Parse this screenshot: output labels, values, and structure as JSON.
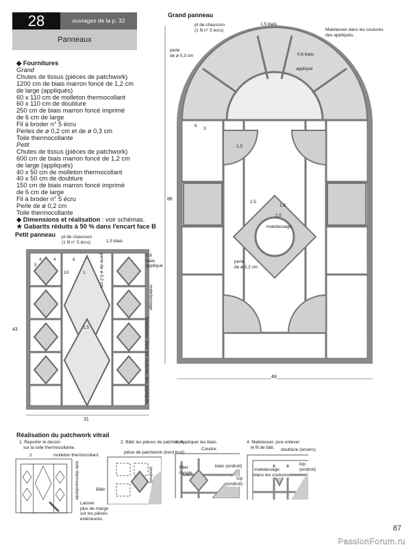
{
  "header": {
    "number": "28",
    "reference": "ouvrages de la p. 32",
    "section": "Panneaux"
  },
  "supplies": {
    "title": "Fournitures",
    "grand_label": "Grand",
    "grand_items": [
      "Chutes de tissus (pièces de patchwork)",
      "1200 cm de biais marron foncé de 1,2 cm",
      "de large (appliqués)",
      "60 x 110 cm de molleton thermocollant",
      "60 x 110 cm de doublure",
      "250 cm de biais marron foncé imprimé",
      "de 6 cm de large",
      "Fil à broder n° 5 écru",
      "Perles de ø 0,2 cm et de ø 0,3 cm",
      "Toile thermocollante"
    ],
    "petit_label": "Petit",
    "petit_items": [
      "Chutes de tissus (pièces de patchwork)",
      "600 cm de biais marron foncé de 1,2 cm",
      "de large (appliqués)",
      "40 x 50 cm de molleton thermocollant",
      "40 x 50 cm de doublure",
      "150 cm de biais marron foncé imprimé",
      "de 6 cm de large",
      "Fil à broder n° 5 écru",
      "Perle de ø 0,2 cm",
      "Toile thermocollante"
    ],
    "dimensions_label": "Dimensions et réalisation",
    "dimensions_text": " : voir schémas.",
    "templates": "Gabarits réduits à 50 % dans l'encart face B"
  },
  "petit": {
    "title": "Petit panneau",
    "labels": {
      "stitch": "pt de chausson",
      "stitch2": "(1 fil n° 5 écru)",
      "bias15": "1,5  biais",
      "bias06": "0,6",
      "bias06b": "biais",
      "applique": "appliqué",
      "pearl": "perle de ø 0,2 cm",
      "quilting": "matelassage",
      "quilt_note": "Matelasser dans les coutures des appliqués.",
      "n4a": "4",
      "n4b": "4",
      "n5": "5",
      "n6": "6",
      "n10": "10",
      "n1": "1",
      "n15": "1,5"
    },
    "height": "43",
    "width": "31"
  },
  "grand": {
    "title": "Grand panneau",
    "labels": {
      "stitch": "pt de chausson",
      "stitch2": "(1 fil n° 5 écru)",
      "bias15": "1,5  biais",
      "quilt_note": "Matelasser dans les coutures",
      "quilt_note2": "des appliqués.",
      "pearl03": "perle",
      "pearl03b": "de ø 0,3 cm",
      "bias06": "0,6  biais",
      "applique": "appliqué",
      "n6": "6",
      "n3": "3",
      "n15": "1,5",
      "n25a": "2,5",
      "n18": "1,8",
      "n25b": "2,5",
      "quilting": "matelassage",
      "pearl02": "perle",
      "pearl02b": "de ø 0,2 cm"
    },
    "height": "86",
    "width": "48"
  },
  "steps": {
    "title": "Réalisation du patchwork vitrail",
    "s1": [
      "1. Reporter le dessin",
      "sur la toile thermocollante."
    ],
    "s1_labels": {
      "n2": "2",
      "molleton": "molleton thermocollant",
      "toile": "toile thermocollante"
    },
    "s2": "2. Bâtir les pièces de patchwork.",
    "s2_labels": {
      "piece": "pièce de patchwork (bord brut)",
      "batir": "Bâtir.",
      "endroit": "(endroit)",
      "laisser": [
        "Laisser",
        "plus de marge",
        "sur les pièces",
        "extérieures."
      ]
    },
    "s3": "3. Appliquer les biais.",
    "s3_labels": {
      "coudre": "Coudre.",
      "plier": [
        "Plier",
        "l'angle."
      ],
      "biais": "biais (endroit)",
      "top": [
        "top",
        "(endroit)"
      ]
    },
    "s4": [
      "4. Matelasser, puis enlever",
      "le fil de bâti."
    ],
    "s4_labels": {
      "doublure": "doublure (envers)",
      "top": [
        "top",
        "(endroit)"
      ],
      "matelassage": [
        "matelassage",
        "dans les coutures"
      ]
    }
  },
  "page_number": "87",
  "watermark": "PassionForum.ru"
}
